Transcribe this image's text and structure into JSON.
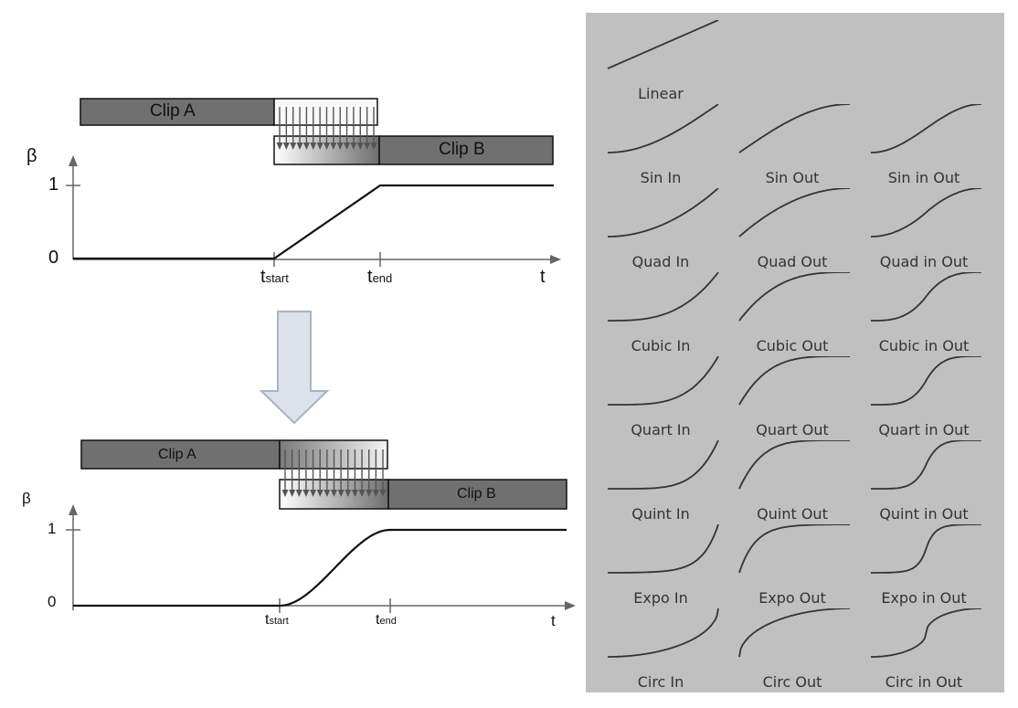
{
  "top_diagram": {
    "clip_a": "Clip A",
    "clip_b": "Clip B",
    "y_axis": "β",
    "tick_1": "1",
    "tick_0": "0",
    "t_start_base": "t",
    "t_start_sub": "start",
    "t_end_base": "t",
    "t_end_sub": "end",
    "x_axis": "t"
  },
  "bottom_diagram": {
    "clip_a": "Clip A",
    "clip_b": "Clip B",
    "y_axis": "β",
    "tick_1": "1",
    "tick_0": "0",
    "t_start_base": "t",
    "t_start_sub": "start",
    "t_end_base": "t",
    "t_end_sub": "end",
    "x_axis": "t"
  },
  "easing_panel": {
    "background": "#c0c0c0",
    "curves": [
      {
        "label": "Linear",
        "fn": "linear"
      },
      {
        "label": "Sin In",
        "fn": "sin_in"
      },
      {
        "label": "Sin Out",
        "fn": "sin_out"
      },
      {
        "label": "Sin in Out",
        "fn": "sin_in_out"
      },
      {
        "label": "Quad In",
        "fn": "quad_in"
      },
      {
        "label": "Quad Out",
        "fn": "quad_out"
      },
      {
        "label": "Quad in Out",
        "fn": "quad_in_out"
      },
      {
        "label": "Cubic In",
        "fn": "cubic_in"
      },
      {
        "label": "Cubic Out",
        "fn": "cubic_out"
      },
      {
        "label": "Cubic in Out",
        "fn": "cubic_in_out"
      },
      {
        "label": "Quart In",
        "fn": "quart_in"
      },
      {
        "label": "Quart Out",
        "fn": "quart_out"
      },
      {
        "label": "Quart in Out",
        "fn": "quart_in_out"
      },
      {
        "label": "Quint In",
        "fn": "quint_in"
      },
      {
        "label": "Quint Out",
        "fn": "quint_out"
      },
      {
        "label": "Quint in Out",
        "fn": "quint_in_out"
      },
      {
        "label": "Expo In",
        "fn": "expo_in"
      },
      {
        "label": "Expo Out",
        "fn": "expo_out"
      },
      {
        "label": "Expo in Out",
        "fn": "expo_in_out"
      },
      {
        "label": "Circ In",
        "fn": "circ_in"
      },
      {
        "label": "Circ Out",
        "fn": "circ_out"
      },
      {
        "label": "Circ in Out",
        "fn": "circ_in_out"
      }
    ]
  },
  "colors": {
    "clip_fill": "#707070",
    "panel": "#c0c0c0",
    "arrow_fill": "#dde2ea",
    "arrow_stroke": "#aab3c0",
    "curve": "#333333"
  }
}
